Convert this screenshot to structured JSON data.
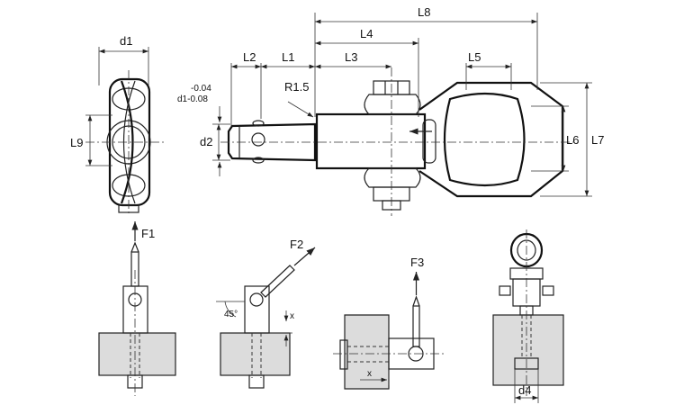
{
  "dimensions": {
    "d1": "d1",
    "l9": "L9",
    "l8": "L8",
    "l4": "L4",
    "l2": "L2",
    "l1": "L1",
    "l3": "L3",
    "l5": "L5",
    "l6": "L6",
    "l7": "L7",
    "d2": "d2",
    "tol_upper": "-0.04",
    "tol_lower": "d1-0.08",
    "radius": "R1.5",
    "d4": "d4"
  },
  "load_cases": {
    "f1": "F1",
    "f2": "F2",
    "angle": "45°",
    "x1": "x",
    "f3": "F3",
    "x2": "x"
  }
}
